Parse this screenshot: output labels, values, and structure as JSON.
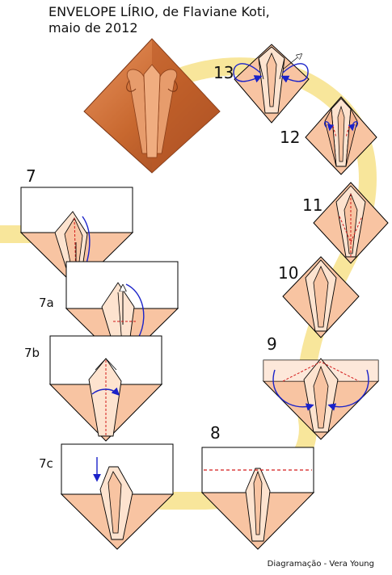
{
  "title": {
    "line1": "ENVELOPE LÍRIO, de Flaviane Koti,",
    "line2": "maio de 2012"
  },
  "steps": {
    "s7": "7",
    "s7a": "7a",
    "s7b": "7b",
    "s7c": "7c",
    "s8": "8",
    "s9": "9",
    "s10": "10",
    "s11": "11",
    "s12": "12",
    "s13": "13"
  },
  "credit": "Diagramação - Vera Young",
  "colors": {
    "paper": "#f8c4a2",
    "paper_dark": "#e9a57e",
    "finished": "#c0622e",
    "finished_light": "#e59a6a",
    "background_path": "#f7e28a",
    "fold_line": "#d41a1a",
    "arrow": "#1a22c9"
  }
}
